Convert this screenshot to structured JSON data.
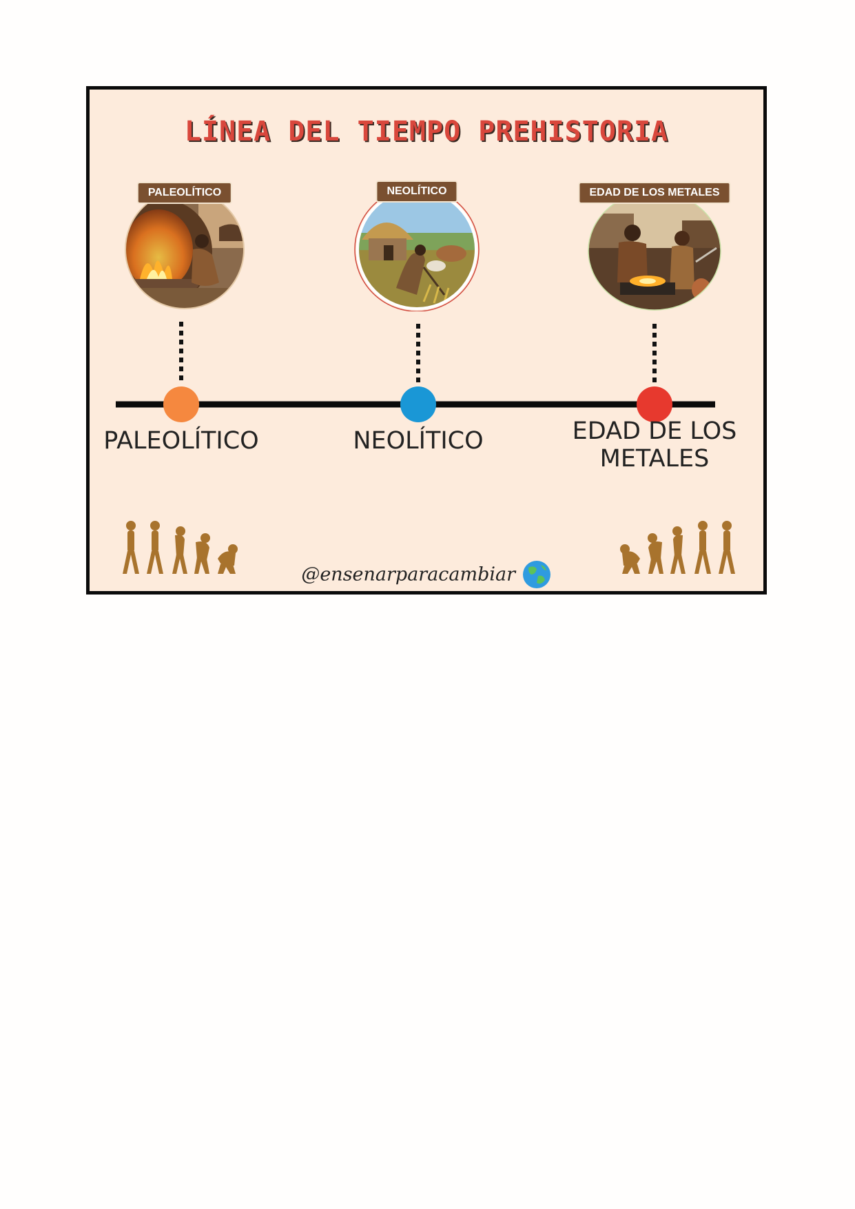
{
  "title": "LÍNEA DEL TIEMPO PREHISTORIA",
  "periods": [
    {
      "label": "PALEOLÍTICO",
      "ribbon": "PALEOLÍTICO",
      "dot_color": "#f5883f",
      "scene": "cave-fire-scene"
    },
    {
      "label": "NEOLÍTICO",
      "ribbon": "NEOLÍTICO",
      "dot_color": "#1a97d6",
      "scene": "farming-hut-scene"
    },
    {
      "label_line1": "EDAD DE LOS",
      "label_line2": "METALES",
      "ribbon": "EDAD DE LOS METALES",
      "dot_color": "#e7392e",
      "scene": "blacksmith-forge-scene"
    }
  ],
  "footer": {
    "handle": "@ensenarparacambiar",
    "icon": "earth-globe-icon"
  },
  "decorations": {
    "left": "human-evolution-silhouettes",
    "right": "human-evolution-silhouettes-reversed",
    "silhouette_color": "#a8732d"
  },
  "colors": {
    "title_red": "#d9473c",
    "card_bg": "#fdebdc",
    "timeline": "#0b0b0b"
  }
}
